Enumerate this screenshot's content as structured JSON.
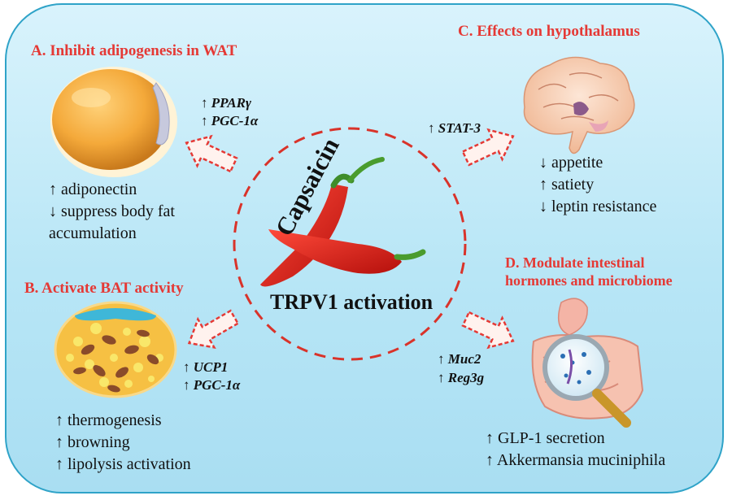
{
  "center": {
    "title": "Capsaicin",
    "subtitle": "TRPV1 activation"
  },
  "sections": {
    "a": {
      "heading": "A. Inhibit adipogenesis in WAT",
      "genes": [
        "↑ PPARγ",
        "↑ PGC-1α"
      ],
      "effects": [
        "↑ adiponectin",
        "↓ suppress body fat",
        "accumulation"
      ]
    },
    "b": {
      "heading": "B. Activate BAT activity",
      "genes": [
        "↑ UCP1",
        "↑ PGC-1α"
      ],
      "effects": [
        "↑ thermogenesis",
        "↑ browning",
        "↑ lipolysis activation"
      ]
    },
    "c": {
      "heading": "C. Effects on hypothalamus",
      "genes": [
        "↑ STAT-3"
      ],
      "effects": [
        "↓ appetite",
        "↑ satiety",
        "↓ leptin resistance"
      ]
    },
    "d": {
      "heading_lines": [
        "D. Modulate intestinal",
        "hormones and microbiome"
      ],
      "genes": [
        "↑ Muc2",
        "↑ Reg3g"
      ],
      "effects": [
        "↑ GLP-1 secretion",
        "↑ Akkermansia muciniphila"
      ]
    }
  },
  "colors": {
    "heading": "#e53935",
    "arrow_border": "#e53935",
    "panel_border": "#2fa3c8",
    "panel_fill": "#bfe9f8"
  },
  "icons": [
    "white-adipocyte-icon",
    "brown-adipocyte-icon",
    "brain-icon",
    "intestine-icon",
    "magnifier-icon",
    "chili-pepper-icon"
  ]
}
